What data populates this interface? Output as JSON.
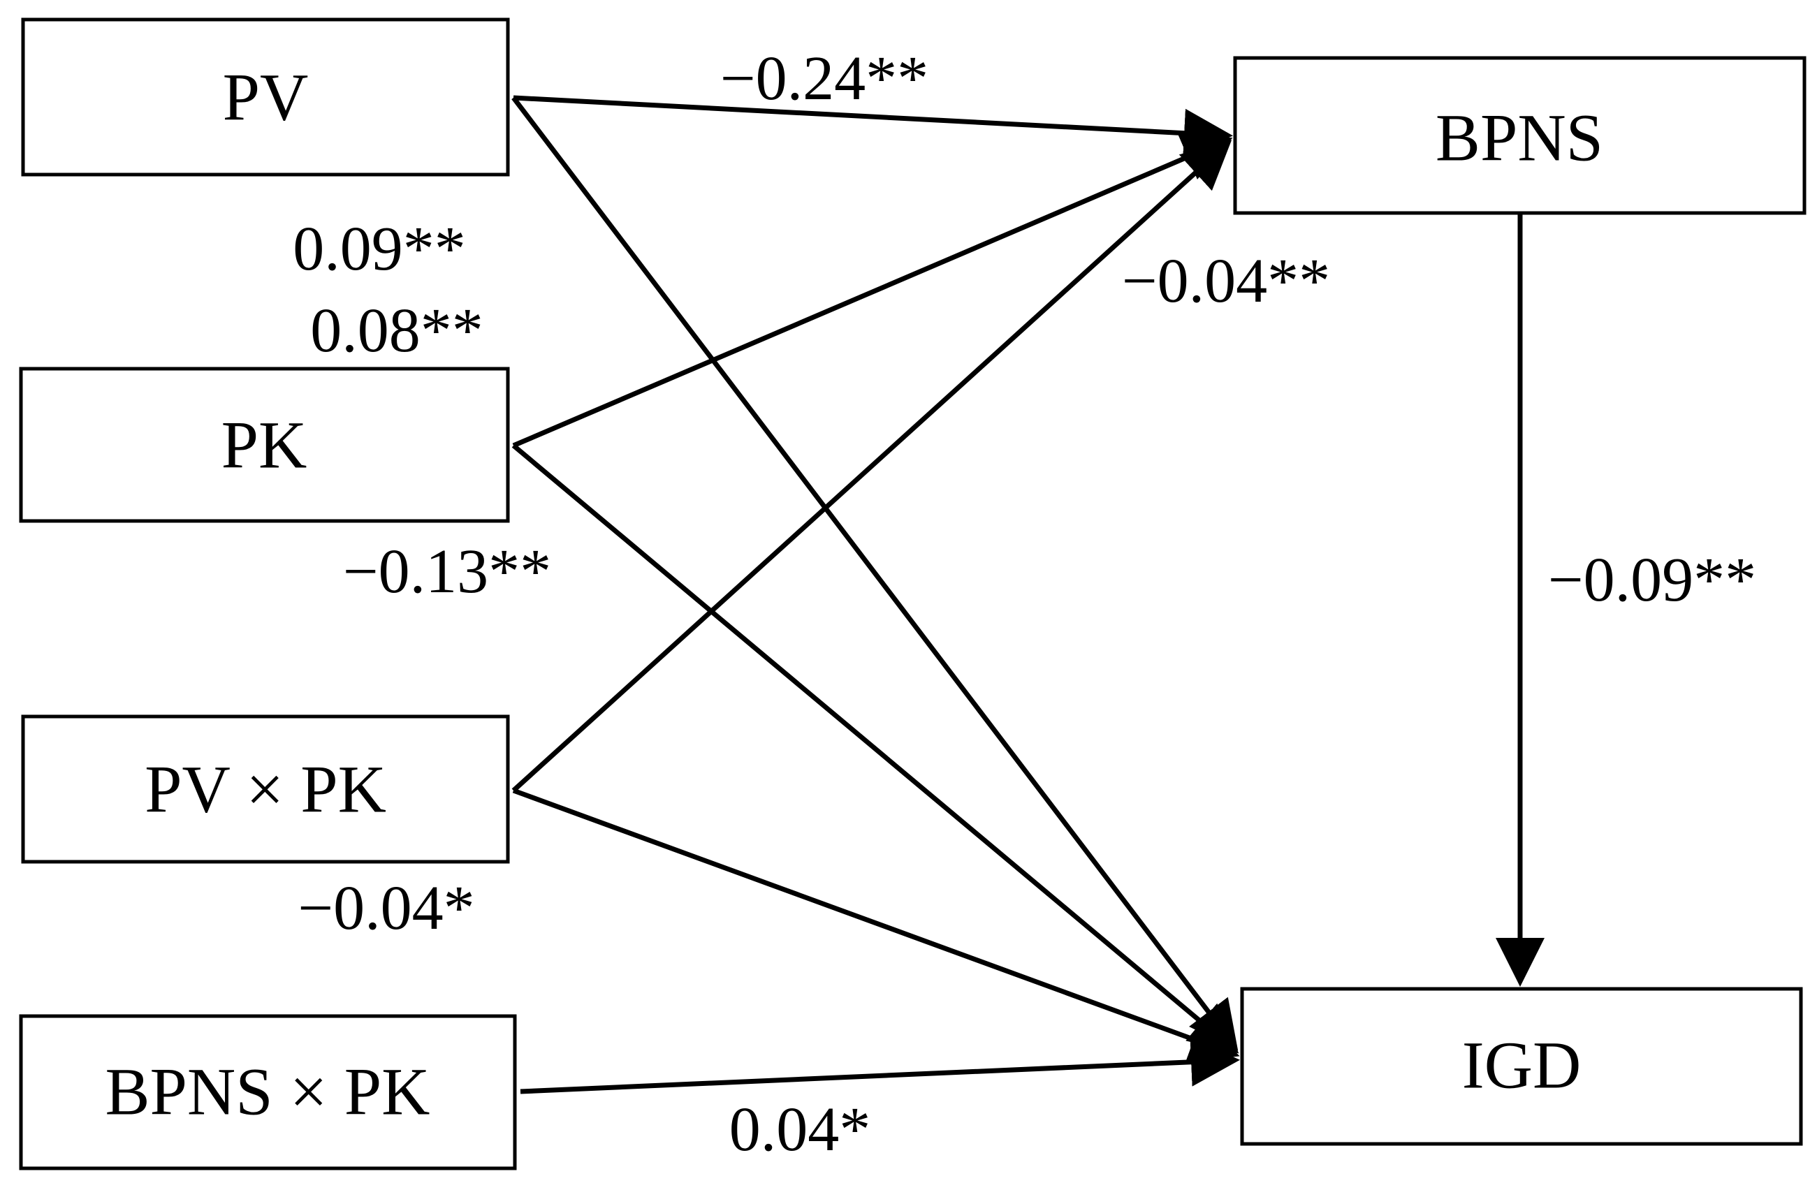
{
  "nodes": {
    "pv": "PV",
    "pk": "PK",
    "pv_x_pk": "PV × PK",
    "bpns_x_pk": "BPNS × PK",
    "bpns": "BPNS",
    "igd": "IGD"
  },
  "edges": {
    "pv_to_bpns": "−0.24**",
    "pv_to_igd": "0.09**",
    "pk_to_bpns": "0.08**",
    "pk_to_igd": "−0.13**",
    "pvxpk_to_bpns": "−0.04**",
    "pvxpk_to_igd": "−0.04*",
    "bpnsxpk_to_igd": "0.04*",
    "bpns_to_igd": "−0.09**"
  },
  "colors": {
    "stroke": "#000000",
    "background": "#ffffff"
  }
}
